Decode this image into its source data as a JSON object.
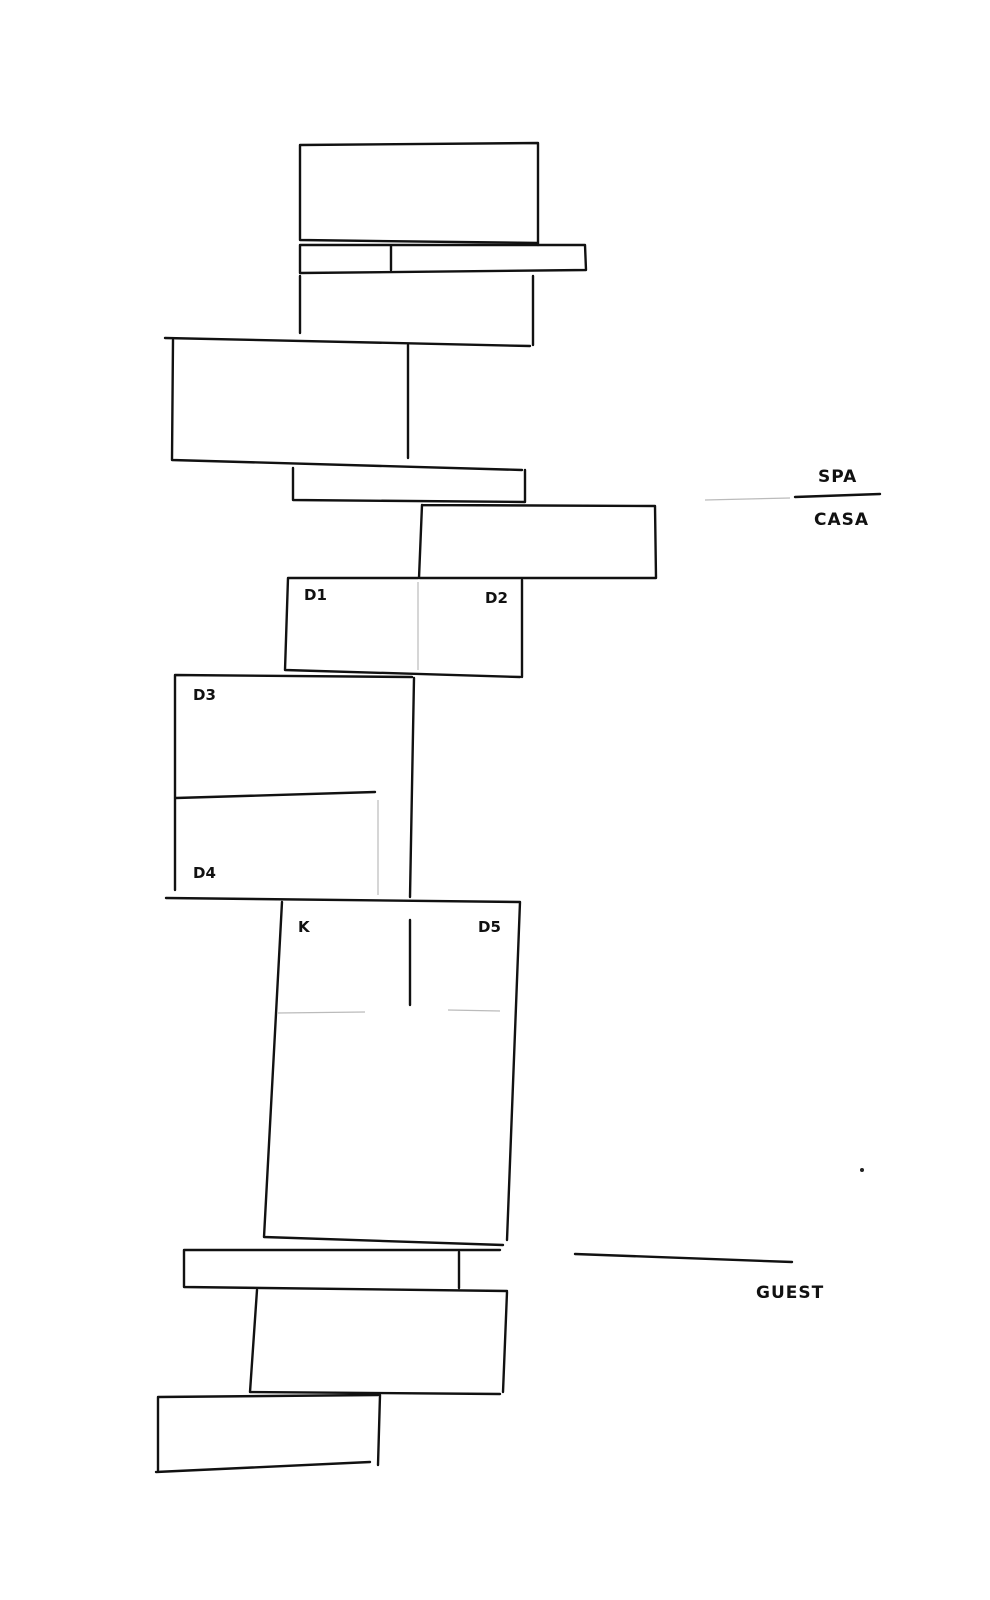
{
  "labels": {
    "spa": "SPA",
    "casa": "CASA",
    "d1": "D1",
    "d2": "D2",
    "d3": "D3",
    "d4": "D4",
    "k": "K",
    "d5": "D5",
    "guest": "GUEST"
  }
}
